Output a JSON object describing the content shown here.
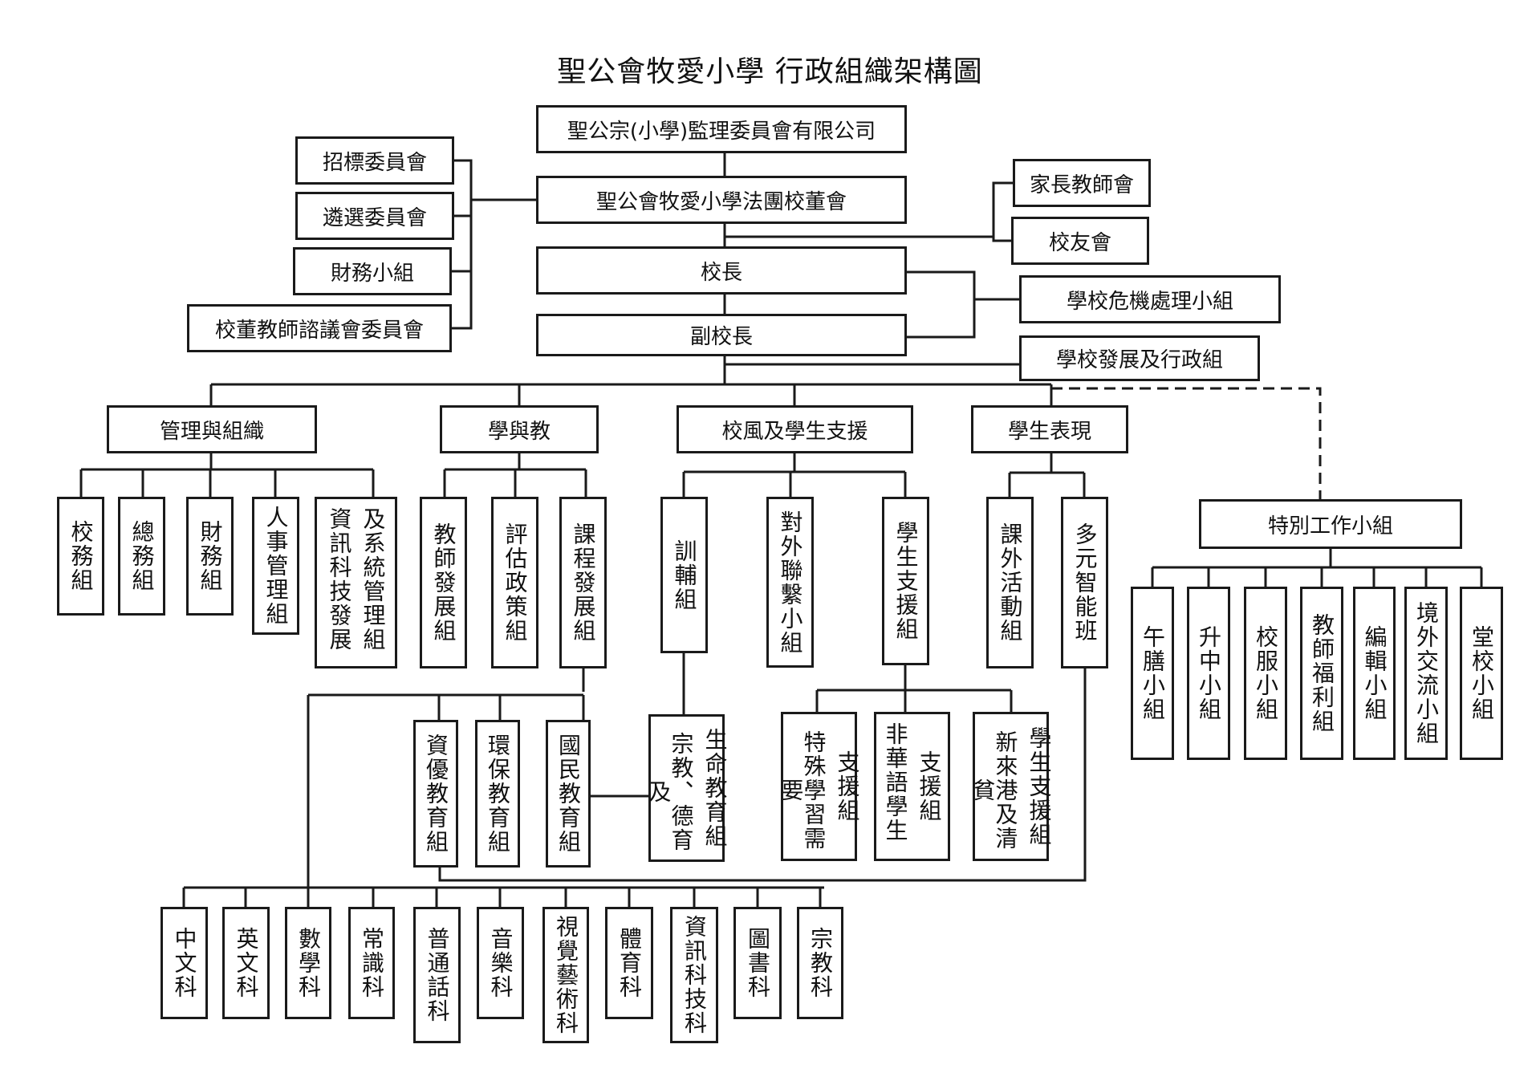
{
  "title": "聖公會牧愛小學  行政組織架構圖",
  "colors": {
    "line": "#1a1a1a",
    "box_border": "#1a1a1a",
    "background": "#ffffff"
  },
  "nodes": {
    "supervisory": "聖公宗(小學)監理委員會有限公司",
    "board": "聖公會牧愛小學法團校董會",
    "principal": "校長",
    "vice_principal": "副校長",
    "board_committees": [
      "招標委員會",
      "遴選委員會",
      "財務小組",
      "校董教師諮議會委員會"
    ],
    "pta": "家長教師會",
    "alumni": "校友會",
    "crisis": "學校危機處理小組",
    "dev_admin": "學校發展及行政組",
    "divisions": {
      "mgmt": "管理與組織",
      "learning": "學與教",
      "ethos": "校風及學生支援",
      "performance": "學生表現",
      "special": "特別工作小組"
    },
    "mgmt_groups": [
      {
        "cols": [
          "校務組"
        ]
      },
      {
        "cols": [
          "總務組"
        ]
      },
      {
        "cols": [
          "財務組"
        ]
      },
      {
        "cols": [
          "人事管理組"
        ]
      },
      {
        "cols": [
          "資訊科技發展",
          "及系統管理組"
        ]
      }
    ],
    "learning_groups": [
      {
        "cols": [
          "教師發展組"
        ]
      },
      {
        "cols": [
          "評估政策組"
        ]
      },
      {
        "cols": [
          "課程發展組"
        ]
      }
    ],
    "curriculum_groups": [
      {
        "cols": [
          "資優教育組"
        ]
      },
      {
        "cols": [
          "環保教育組"
        ]
      },
      {
        "cols": [
          "國民教育組"
        ]
      },
      {
        "cols": [
          "宗教、德育及",
          "生命教育組"
        ]
      }
    ],
    "ethos_groups": [
      {
        "cols": [
          "訓輔組"
        ]
      },
      {
        "cols": [
          "對外聯繫小組"
        ]
      },
      {
        "cols": [
          "學生支援組"
        ]
      }
    ],
    "support_groups": [
      {
        "cols": [
          "特殊學習需要",
          "支援組"
        ]
      },
      {
        "cols": [
          "非華語學生",
          "支援組"
        ]
      },
      {
        "cols": [
          "新來港及清貧",
          "學生支援組"
        ]
      }
    ],
    "performance_groups": [
      {
        "cols": [
          "課外活動組"
        ]
      },
      {
        "cols": [
          "多元智能班"
        ]
      }
    ],
    "special_groups": [
      {
        "cols": [
          "午膳小組"
        ]
      },
      {
        "cols": [
          "升中小組"
        ]
      },
      {
        "cols": [
          "校服小組"
        ]
      },
      {
        "cols": [
          "教師福利組"
        ]
      },
      {
        "cols": [
          "編輯小組"
        ]
      },
      {
        "cols": [
          "境外交流小組"
        ]
      },
      {
        "cols": [
          "堂校小組"
        ]
      }
    ],
    "subjects": [
      {
        "cols": [
          "中文科"
        ]
      },
      {
        "cols": [
          "英文科"
        ]
      },
      {
        "cols": [
          "數學科"
        ]
      },
      {
        "cols": [
          "常識科"
        ]
      },
      {
        "cols": [
          "普通話科"
        ]
      },
      {
        "cols": [
          "音樂科"
        ]
      },
      {
        "cols": [
          "視覺藝術科"
        ]
      },
      {
        "cols": [
          "體育科"
        ]
      },
      {
        "cols": [
          "資訊科技科"
        ]
      },
      {
        "cols": [
          "圖書科"
        ]
      },
      {
        "cols": [
          "宗教科"
        ]
      }
    ]
  }
}
